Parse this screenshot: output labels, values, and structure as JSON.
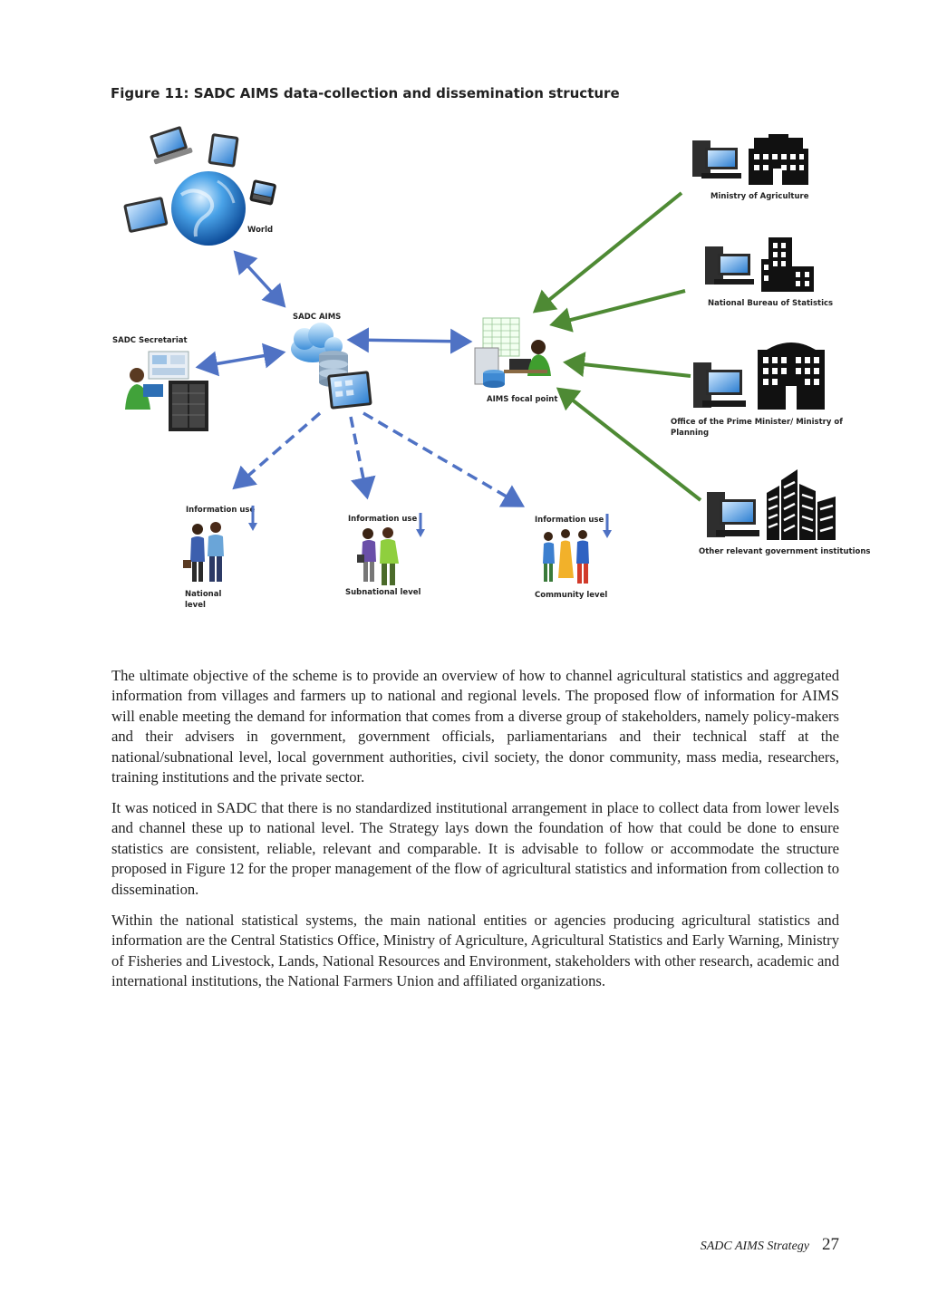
{
  "figure": {
    "title": "Figure 11: SADC AIMS data-collection and dissemination structure",
    "nodes": {
      "world": "World",
      "sadc_aims": "SADC AIMS",
      "sadc_secretariat": "SADC Secretariat",
      "aims_focal_point": "AIMS focal point",
      "ministry_agriculture": "Ministry of Agriculture",
      "national_bureau": "National Bureau of Statistics",
      "office_pm_line1": "Office of the Prime Minister/ Ministry of",
      "office_pm_line2": "Planning",
      "other_gov": "Other relevant government institutions",
      "info_use_1": "Information use",
      "info_use_2": "Information use",
      "info_use_3": "Information use",
      "national_level_line1": "National",
      "national_level_line2": "level",
      "subnational_level": "Subnational level",
      "community_level": "Community level"
    }
  },
  "paragraphs": [
    "The ultimate objective of the scheme is to provide an overview of how to channel agricultural statistics and aggregated information from villages and farmers up to national and regional levels.  The proposed flow of information for AIMS will enable meeting the demand for information that comes from a diverse group of stakeholders, namely policy-makers and their advisers in government, government officials, parliamentarians and their technical staff at the national/subnational level, local government authorities, civil society, the donor community, mass media, researchers, training institutions and the private sector.",
    "It was noticed in SADC that there is no standardized institutional arrangement in place to collect data from lower levels and channel these up to national level. The Strategy lays down the foundation of how that could be done to ensure statistics are consistent, reliable, relevant and comparable. It is advisable to follow or accommodate the structure proposed in Figure 12 for the proper management of the flow of agricultural statistics and information from collection to dissemination.",
    "Within the national statistical systems, the main national entities or agencies producing agricultural statistics and information are the Central Statistics Office, Ministry of Agriculture, Agricultural Statistics and Early Warning, Ministry of Fisheries and Livestock, Lands, National Resources and Environment, stakeholders with other research, academic and international institutions, the National Farmers Union and affiliated organizations."
  ],
  "footer": {
    "title": "SADC AIMS Strategy",
    "page_number": "27"
  },
  "colors": {
    "blue_arrow": "#4f72c4",
    "green_arrow": "#4e8a34",
    "globe": "#2f86d6"
  }
}
